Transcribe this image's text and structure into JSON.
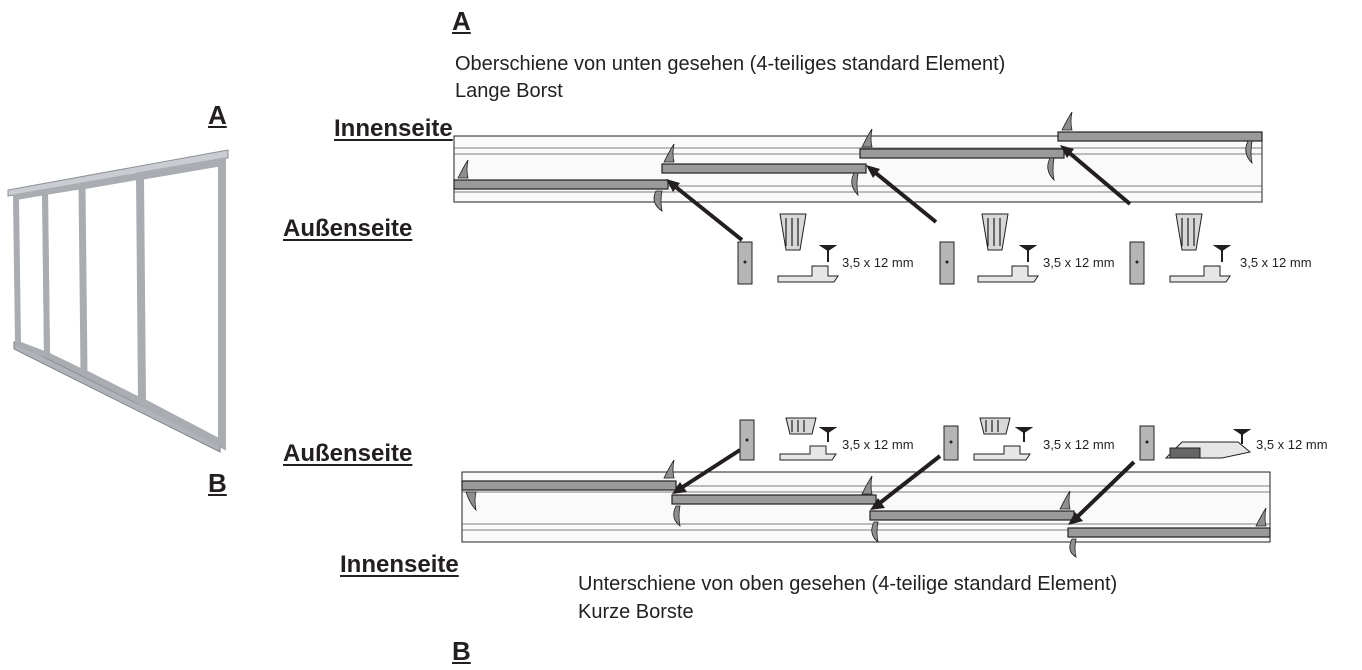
{
  "overview": {
    "label_top": "A",
    "label_bottom": "B"
  },
  "top_section": {
    "section_label": "A",
    "caption_line1": "Oberschiene von unten gesehen (4-teiliges standard Element)",
    "caption_line2": "Lange Borst",
    "inside_label": "Innenseite",
    "outside_label": "Außenseite",
    "screw_labels": [
      "3,5 x 12 mm",
      "3,5 x 12 mm",
      "3,5 x 12 mm"
    ]
  },
  "bottom_section": {
    "section_label": "B",
    "caption_line1": "Unterschiene von oben gesehen (4-teilige standard Element)",
    "caption_line2": "Kurze Borste",
    "inside_label": "Innenseite",
    "outside_label": "Außenseite",
    "screw_labels": [
      "3,5 x 12 mm",
      "3,5 x 12 mm",
      "3,5 x 12 mm"
    ]
  },
  "colors": {
    "line": "#231f20",
    "rail_fill": "#f4f4f4",
    "slider_fill": "#9a9a9a",
    "frame": "#b9bcc0"
  }
}
